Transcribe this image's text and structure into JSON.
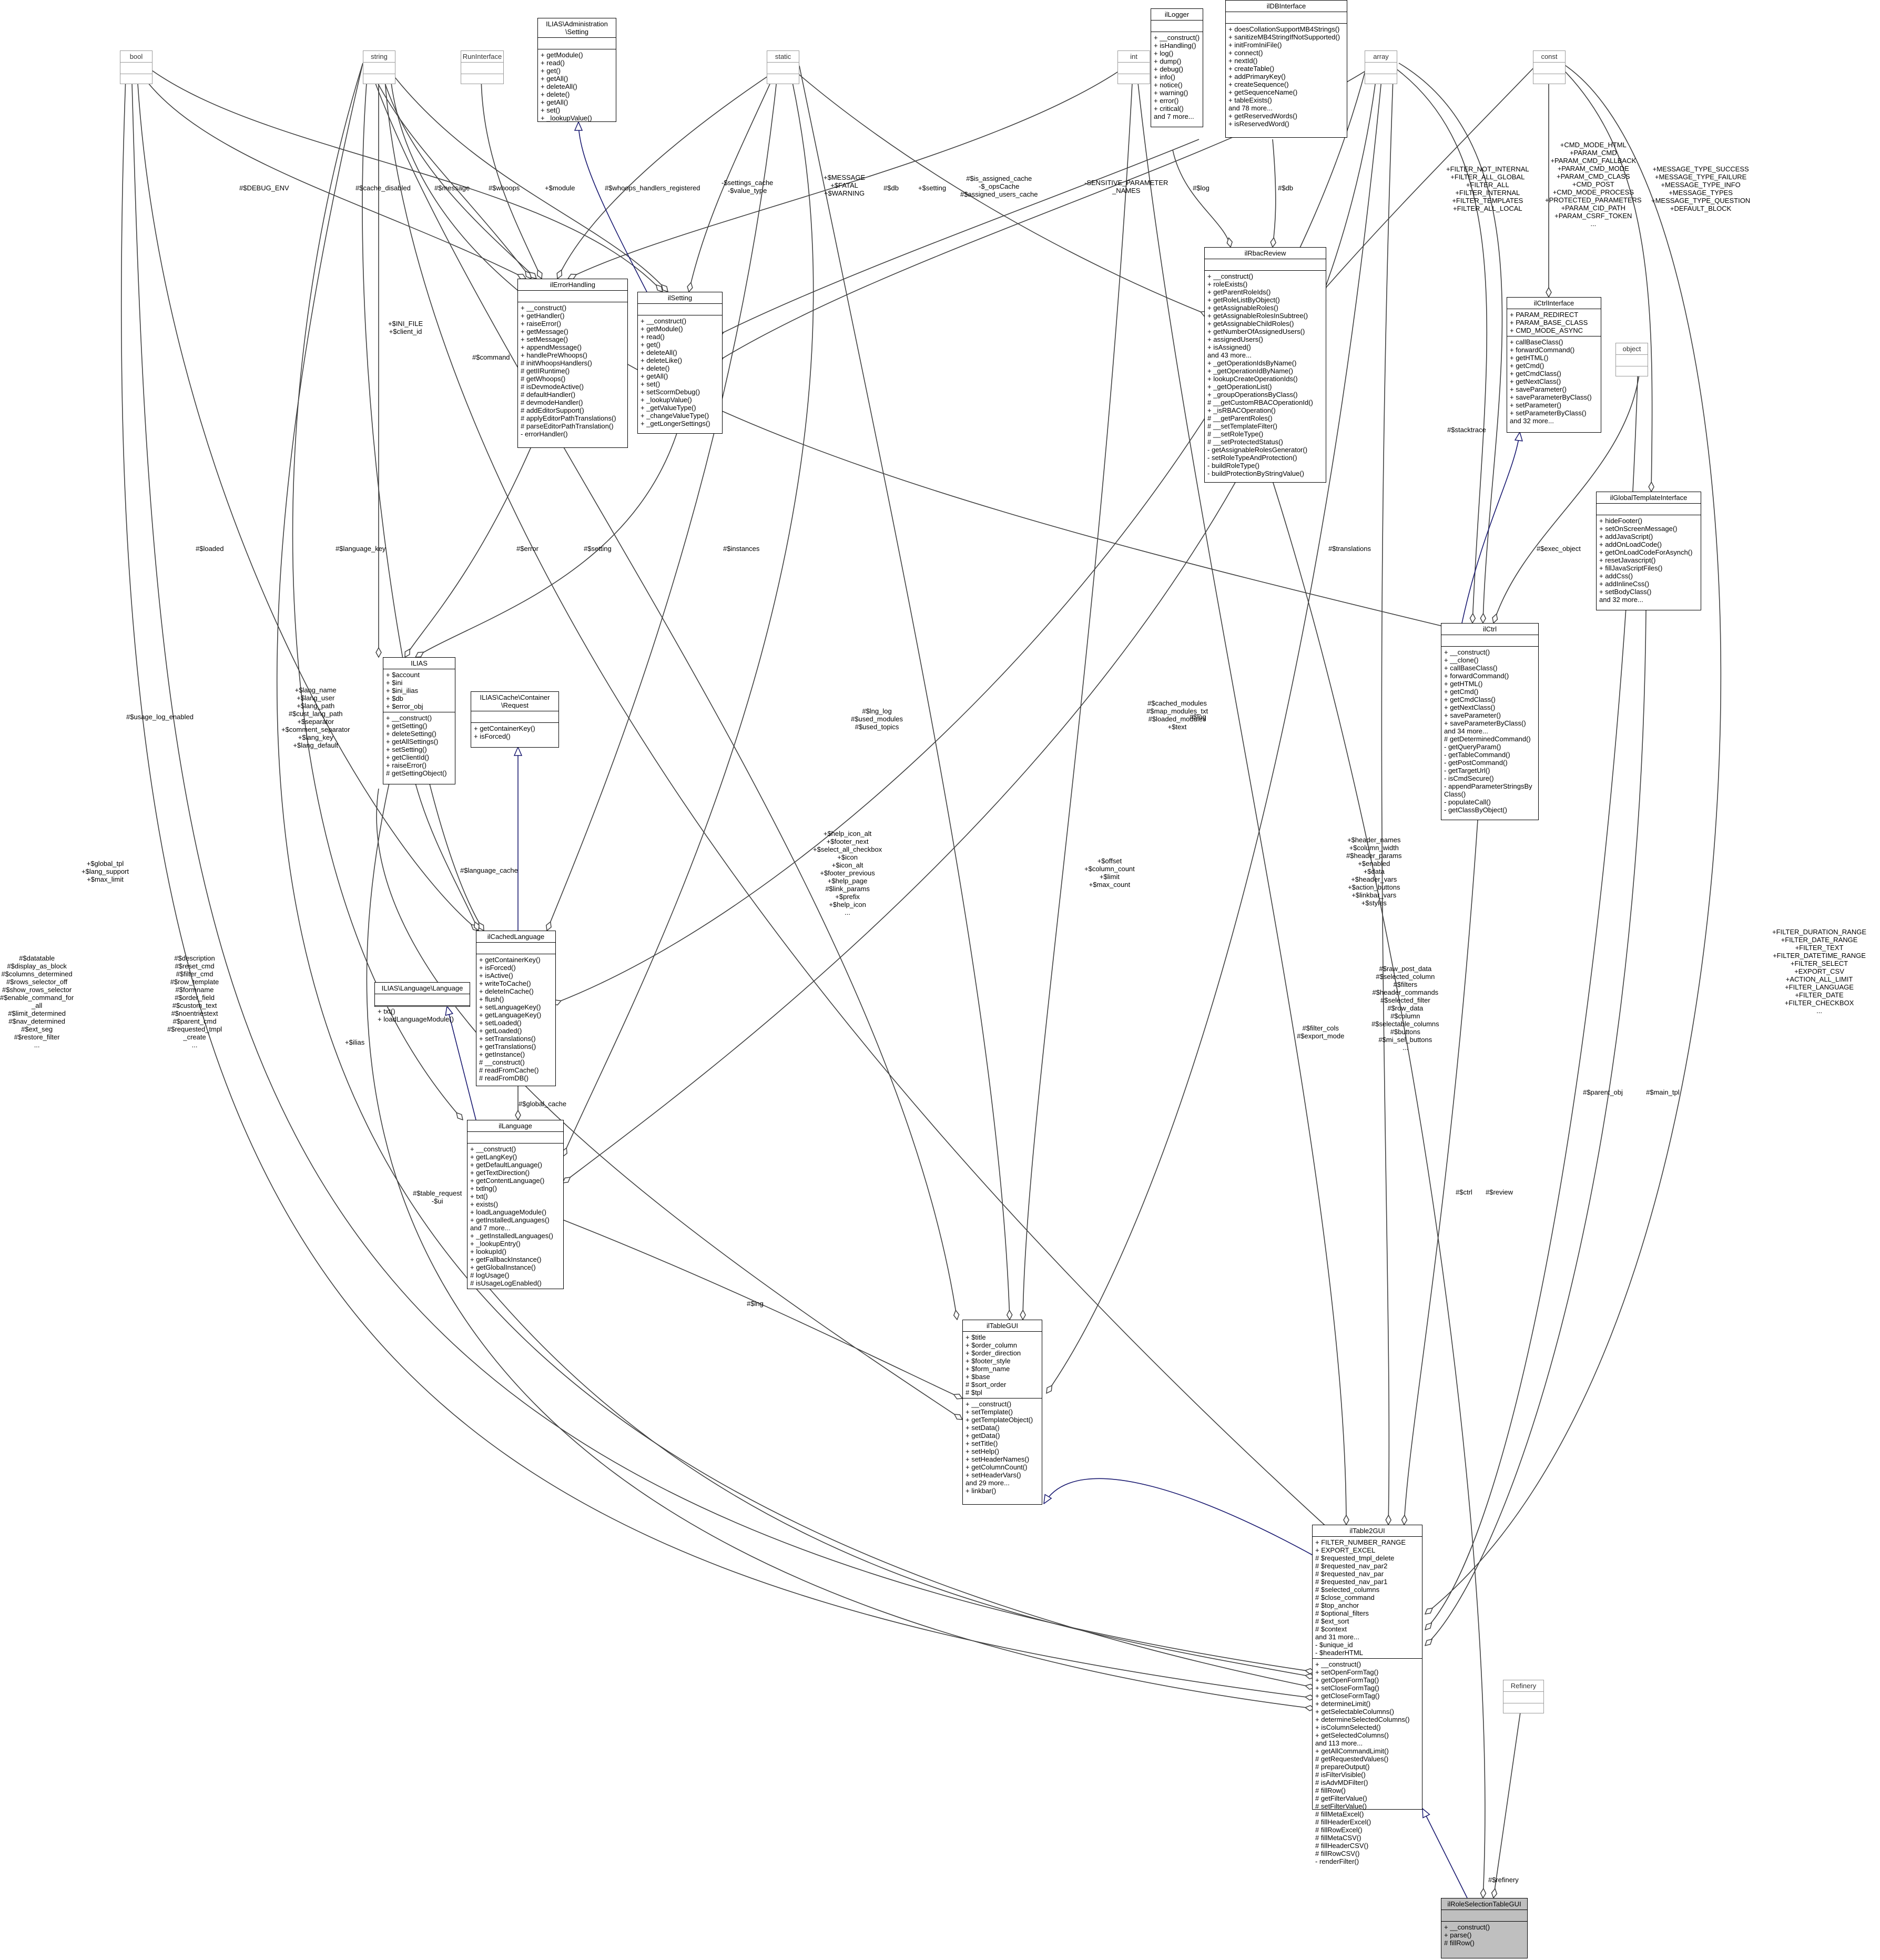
{
  "diagram_title": "",
  "nodes": {
    "bool": {
      "title": "bool",
      "attrs": "",
      "ops": ""
    },
    "string": {
      "title": "string",
      "attrs": "",
      "ops": ""
    },
    "runinterface": {
      "title": "RunInterface",
      "attrs": "",
      "ops": ""
    },
    "admin_setting": {
      "title": "ILIAS\\Administration\n\\Setting",
      "attrs": "",
      "ops": "+ getModule()\n+ read()\n+ get()\n+ getAll()\n+ deleteAll()\n+ delete()\n+ getAll()\n+ set()\n+ _lookupValue()"
    },
    "static": {
      "title": "static",
      "attrs": "",
      "ops": ""
    },
    "illogger": {
      "title": "ilLogger",
      "attrs": "",
      "ops": "+ __construct()\n+ isHandling()\n+ log()\n+ dump()\n+ debug()\n+ info()\n+ notice()\n+ warning()\n+ error()\n+ critical()\nand 7 more..."
    },
    "ildbinterface": {
      "title": "ilDBInterface",
      "attrs": "",
      "ops": "+ doesCollationSupportMB4Strings()\n+ sanitizeMB4StringIfNotSupported()\n+ initFromIniFile()\n+ connect()\n+ nextId()\n+ createTable()\n+ addPrimaryKey()\n+ createSequence()\n+ getSequenceName()\n+ tableExists()\nand 78 more...\n+ getReservedWords()\n+ isReservedWord()"
    },
    "int": {
      "title": "int",
      "attrs": "",
      "ops": ""
    },
    "array": {
      "title": "array",
      "attrs": "",
      "ops": ""
    },
    "const": {
      "title": "const",
      "attrs": "",
      "ops": ""
    },
    "ilerrorhandling": {
      "title": "ilErrorHandling",
      "attrs": "",
      "ops": "+ __construct()\n+ getHandler()\n+ raiseError()\n+ getMessage()\n+ setMessage()\n+ appendMessage()\n+ handlePreWhoops()\n# initWhoopsHandlers()\n# getIIRuntime()\n# getWhoops()\n# isDevmodeActive()\n# defaultHandler()\n# devmodeHandler()\n# addEditorSupport()\n# applyEditorPathTranslations()\n# parseEditorPathTranslation()\n- errorHandler()"
    },
    "ilsetting": {
      "title": "ilSetting",
      "attrs": "",
      "ops": "+ __construct()\n+ getModule()\n+ read()\n+ get()\n+ deleteAll()\n+ deleteLike()\n+ delete()\n+ getAll()\n+ set()\n+ setScormDebug()\n+ _lookupValue()\n+ _getValueType()\n+ _changeValueType()\n+ _getLongerSettings()"
    },
    "ilrbacreview": {
      "title": "ilRbacReview",
      "attrs": "",
      "ops": "+ __construct()\n+ roleExists()\n+ getParentRoleIds()\n+ getRoleListByObject()\n+ getAssignableRoles()\n+ getAssignableRolesInSubtree()\n+ getAssignableChildRoles()\n+ getNumberOfAssignedUsers()\n+ assignedUsers()\n+ isAssigned()\nand 43 more...\n+ _getOperationIdsByName()\n+ _getOperationIdByName()\n+ lookupCreateOperationIds()\n+ _getOperationList()\n+ _groupOperationsByClass()\n# __getCustomRBACOperationId()\n+ _isRBACOperation()\n# __getParentRoles()\n# __setTemplateFilter()\n# __setRoleType()\n# __setProtectedStatus()\n- getAssignableRolesGenerator()\n- setRoleTypeAndProtection()\n- buildRoleType()\n- buildProtectionByStringValue()"
    },
    "ilctrlinterface": {
      "title": "ilCtrlInterface",
      "attrs": "+ PARAM_REDIRECT\n+ PARAM_BASE_CLASS\n+ CMD_MODE_ASYNC",
      "ops": "+ callBaseClass()\n+ forwardCommand()\n+ getHTML()\n+ getCmd()\n+ getCmdClass()\n+ getNextClass()\n+ saveParameter()\n+ saveParameterByClass()\n+ setParameter()\n+ setParameterByClass()\nand 32 more..."
    },
    "object": {
      "title": "object",
      "attrs": "",
      "ops": ""
    },
    "ilglobaltemplateinterface": {
      "title": "ilGlobalTemplateInterface",
      "attrs": "",
      "ops": "+ hideFooter()\n+ setOnScreenMessage()\n+ addJavaScript()\n+ addOnLoadCode()\n+ getOnLoadCodeForAsynch()\n+ resetJavascript()\n+ fillJavaScriptFiles()\n+ addCss()\n+ addInlineCss()\n+ setBodyClass()\nand 32 more..."
    },
    "ilias": {
      "title": "ILIAS",
      "attrs": "+ $account\n+ $ini\n+ $ini_ilias\n+ $db\n+ $error_obj",
      "ops": "+ __construct()\n+ getSetting()\n+ deleteSetting()\n+ getAllSettings()\n+ setSetting()\n+ getClientId()\n+ raiseError()\n# getSettingObject()"
    },
    "cache_request": {
      "title": "ILIAS\\Cache\\Container\n\\Request",
      "attrs": "",
      "ops": "+ getContainerKey()\n+ isForced()"
    },
    "ilctrl": {
      "title": "ilCtrl",
      "attrs": "",
      "ops": "+ __construct()\n+ __clone()\n+ callBaseClass()\n+ forwardCommand()\n+ getHTML()\n+ getCmd()\n+ getCmdClass()\n+ getNextClass()\n+ saveParameter()\n+ saveParameterByClass()\nand 34 more...\n# getDeterminedCommand()\n- getQueryParam()\n- getTableCommand()\n- getPostCommand()\n- getTargetUrl()\n- isCmdSecure()\n- appendParameterStringsBy\nClass()\n- populateCall()\n- getClassByObject()"
    },
    "ilcachedlanguage": {
      "title": "ilCachedLanguage",
      "attrs": "",
      "ops": "+ getContainerKey()\n+ isForced()\n+ isActive()\n+ writeToCache()\n+ deleteInCache()\n+ flush()\n+ setLanguageKey()\n+ getLanguageKey()\n+ setLoaded()\n+ getLoaded()\n+ setTranslations()\n+ getTranslations()\n+ getInstance()\n# __construct()\n# readFromCache()\n# readFromDB()"
    },
    "ilias_language": {
      "title": "ILIAS\\Language\\Language",
      "attrs": "",
      "ops": "+ txt()\n+ loadLanguageModule()"
    },
    "illanguage": {
      "title": "ilLanguage",
      "attrs": "",
      "ops": "+ __construct()\n+ getLangKey()\n+ getDefaultLanguage()\n+ getTextDirection()\n+ getContentLanguage()\n+ txtlng()\n+ txt()\n+ exists()\n+ loadLanguageModule()\n+ getInstalledLanguages()\nand 7 more...\n+ _getInstalledLanguages()\n+ _lookupEntry()\n+ lookupId()\n+ getFallbackInstance()\n+ getGlobalInstance()\n# logUsage()\n# isUsageLogEnabled()"
    },
    "iltablegui": {
      "title": "ilTableGUI",
      "attrs": "+ $title\n+ $order_column\n+ $order_direction\n+ $footer_style\n+ $form_name\n+ $base\n# $sort_order\n# $tpl",
      "ops": "+ __construct()\n+ setTemplate()\n+ getTemplateObject()\n+ setData()\n+ getData()\n+ setTitle()\n+ setHelp()\n+ setHeaderNames()\n+ getColumnCount()\n+ setHeaderVars()\nand 29 more...\n+ linkbar()"
    },
    "iltable2gui": {
      "title": "ilTable2GUI",
      "attrs": "+ FILTER_NUMBER_RANGE\n+ EXPORT_EXCEL\n# $requested_tmpl_delete\n# $requested_nav_par2\n# $requested_nav_par\n# $requested_nav_par1\n# $selected_columns\n# $close_command\n# $top_anchor\n# $optional_filters\n# $ext_sort\n# $context\nand 31 more...\n- $unique_id\n- $headerHTML",
      "ops": "+ __construct()\n+ setOpenFormTag()\n+ getOpenFormTag()\n+ setCloseFormTag()\n+ getCloseFormTag()\n+ determineLimit()\n+ getSelectableColumns()\n+ determineSelectedColumns()\n+ isColumnSelected()\n+ getSelectedColumns()\nand 113 more...\n+ getAllCommandLimit()\n# getRequestedValues()\n# prepareOutput()\n# isFilterVisible()\n# isAdvMDFilter()\n# fillRow()\n# getFilterValue()\n# setFilterValue()\n# fillMetaExcel()\n# fillHeaderExcel()\n# fillRowExcel()\n# fillMetaCSV()\n# fillHeaderCSV()\n# fillRowCSV()\n- renderFilter()"
    },
    "refinery": {
      "title": "Refinery",
      "attrs": "",
      "ops": ""
    },
    "ilroleselection": {
      "title": "ilRoleSelectionTableGUI",
      "attrs": "",
      "ops": "+ __construct()\n+ parse()\n# fillRow()"
    }
  },
  "edge_labels": {
    "debug_env": "#$DEBUG_ENV",
    "cache_disabled": "#$cache_disabled",
    "message": "#$message",
    "whoops": "#$whoops",
    "module": "+$module",
    "whoops_handlers": "#$whoops_handlers_registered",
    "settings_cache": "-$settings_cache\n-$value_type",
    "msg_fatal_warning": "+$MESSAGE\n+$FATAL\n+$WARNING",
    "db_err": "#$db",
    "setting_plus": "+$setting",
    "is_assigned_cache": "#$is_assigned_cache\n-$_opsCache\n#$assigned_users_cache",
    "sensitive_names": "-SENSITIVE_PARAMETER\n_NAMES",
    "log_rbac": "#$log",
    "db_rbac": "#$db",
    "filter_not_internal": "+FILTER_NOT_INTERNAL\n+FILTER_ALL_GLOBAL\n+FILTER_ALL\n+FILTER_INTERNAL\n+FILTER_TEMPLATES\n+FILTER_ALL_LOCAL",
    "cmd_mode_html": "+CMD_MODE_HTML\n+PARAM_CMD\n+PARAM_CMD_FALLBACK\n+PARAM_CMD_MODE\n+PARAM_CMD_CLASS\n+CMD_POST\n+CMD_MODE_PROCESS\n+PROTECTED_PARAMETERS\n+PARAM_CID_PATH\n+PARAM_CSRF_TOKEN\n...",
    "message_type": "+MESSAGE_TYPE_SUCCESS\n+MESSAGE_TYPE_FAILURE\n+MESSAGE_TYPE_INFO\n+MESSAGE_TYPES\n+MESSAGE_TYPE_QUESTION\n+DEFAULT_BLOCK",
    "ini_file": "+$INI_FILE\n+$client_id",
    "command": "#$command",
    "error": "#$error",
    "setting_ilias": "#$setting",
    "loaded": "#$loaded",
    "language_key": "#$language_key",
    "instances": "#$instances",
    "translations": "#$translations",
    "stacktrace": "#$stacktrace",
    "exec_object": "#$exec_object",
    "lang_name": "+$lang_name\n+$lang_user\n+$lang_path\n#$cust_lang_path\n+$separator\n+$comment_separator\n+$lang_key\n+$lang_default",
    "lng_log": "#$lng_log\n#$used_modules\n#$used_topics",
    "cached_modules": "#$cached_modules\n#$map_modules_txt\n#$loaded_modules\n+$text",
    "log_ctrl": "#$log",
    "usage_log": "#$usage_log_enabled",
    "language_cache": "#$language_cache",
    "help_icon_alt": "+$help_icon_alt\n+$footer_next\n+$select_all_checkbox\n+$icon\n+$icon_alt\n+$footer_previous\n+$help_page\n#$link_params\n+$prefix\n+$help_icon\n...",
    "offset": "+$offset\n+$column_count\n+$limit\n+$max_count",
    "header_names": "+$header_names\n+$column_width\n#$header_params\n+$enabled\n+$data\n+$header_vars\n+$action_buttons\n+$linkbar_vars\n+$styles",
    "global_tpl": "+$global_tpl\n+$lang_support\n+$max_limit",
    "datatable": "#$datatable\n#$display_as_block\n#$columns_determined\n#$rows_selector_off\n#$show_rows_selector\n#$enable_command_for\n_all\n#$limit_determined\n#$nav_determined\n#$ext_seg\n#$restore_filter\n...",
    "description": "#$description\n#$reset_cmd\n#$filter_cmd\n#$row_template\n#$formname\n#$order_field\n#$custom_text\n#$noentriestext\n#$parent_cmd\n#$requested_tmpl\n_create\n...",
    "raw_post_data": "#$raw_post_data\n#$selected_column\n#$filters\n#$header_commands\n#$selected_filter\n#$row_data\n#$column\n#$selectable_columns\n#$buttons\n#$mi_sel_buttons\n...",
    "filter_duration": "+FILTER_DURATION_RANGE\n+FILTER_DATE_RANGE\n+FILTER_TEXT\n+FILTER_DATETIME_RANGE\n+FILTER_SELECT\n+EXPORT_CSV\n+ACTION_ALL_LIMIT\n+FILTER_LANGUAGE\n+FILTER_DATE\n+FILTER_CHECKBOX\n...",
    "global_cache": "#$global_cache",
    "ilias_plus": "+$ilias",
    "table_request": "#$table_request\n-$ui",
    "lng": "#$lng",
    "filter_cols": "#$filter_cols\n#$export_mode",
    "ctrl": "#$ctrl",
    "review": "#$review",
    "parent_obj": "#$parent_obj",
    "main_tpl": "#$main_tpl",
    "refinery": "#$refinery"
  },
  "colors": {
    "inheritance": "#191970",
    "association": "#404040",
    "focus_fill": "#bfbfbf"
  }
}
